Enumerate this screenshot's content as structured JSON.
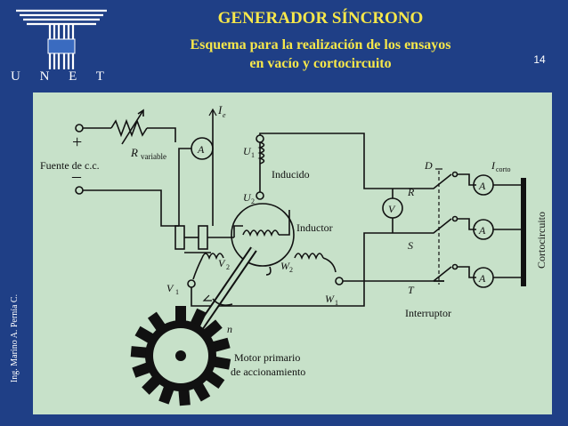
{
  "header": {
    "title": "GENERADOR SÍNCRONO",
    "subtitle_line1": "Esquema para la realización de los ensayos",
    "subtitle_line2": "en vacío y cortocircuito",
    "page_number": "14"
  },
  "logo": {
    "text": "U N E T"
  },
  "sidebar": {
    "author": "Ing. Marino A. Pernía C."
  },
  "diagram": {
    "ie_label": "I",
    "ie_sub": "e",
    "plus": "+",
    "minus": "–",
    "fuente": "Fuente de c.c.",
    "r_label": "R",
    "r_sub": "variable",
    "ammeter": "A",
    "voltmeter": "V",
    "u1": "U",
    "u1_sub": "1",
    "u2": "U",
    "u2_sub": "2",
    "inducido": "Inducido",
    "inductor": "Inductor",
    "v1": "V",
    "v1_sub": "1",
    "v2": "V",
    "v2_sub": "2",
    "w1": "W",
    "w1_sub": "1",
    "w2": "W",
    "w2_sub": "2",
    "n": "n",
    "r_phase": "R",
    "s_phase": "S",
    "t_phase": "T",
    "d_label": "D",
    "icorto": "I",
    "icorto_sub": "corto",
    "cortocircuito": "Cortocircuito",
    "interruptor": "Interruptor",
    "motor_line1": "Motor primario",
    "motor_line2": "de accionamiento"
  }
}
